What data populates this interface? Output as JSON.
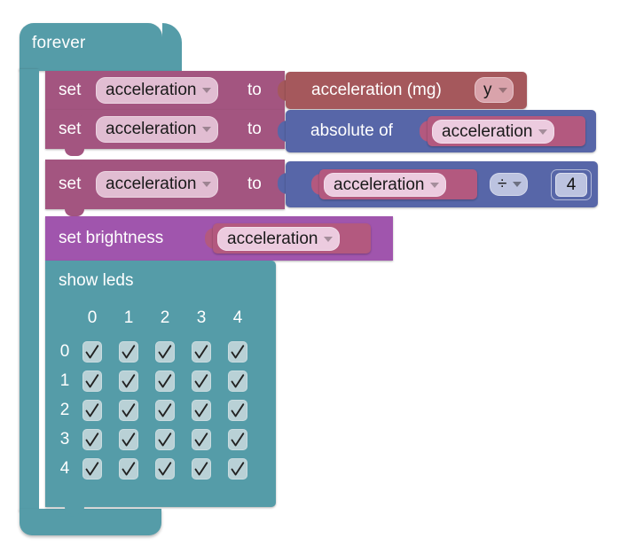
{
  "editor": {
    "name": "block-editor-canvas",
    "background": "#ffffff"
  },
  "colors": {
    "loop_teal": "#559ca8",
    "variable_magenta": "#a35580",
    "input_purple": "#a055ad",
    "sensor_red": "#a5585c",
    "math_blue": "#5766a8",
    "variable_reporter": "#b3597f",
    "led_cell": "#b9d1d6"
  },
  "program": {
    "loop": {
      "label": "forever"
    },
    "statements": [
      {
        "id": "set-1",
        "keyword": "set",
        "variable": "acceleration",
        "to_label": "to",
        "value_block": {
          "kind": "sensor",
          "label": "acceleration (mg)",
          "axis": "y"
        }
      },
      {
        "id": "set-2",
        "keyword": "set",
        "variable": "acceleration",
        "to_label": "to",
        "value_block": {
          "kind": "math",
          "label": "absolute of",
          "operand": "acceleration"
        }
      },
      {
        "id": "set-3",
        "keyword": "set",
        "variable": "acceleration",
        "to_label": "to",
        "value_block": {
          "kind": "arithmetic",
          "left_operand": "acceleration",
          "operator": "÷",
          "right_operand": "4"
        }
      },
      {
        "id": "set-brightness",
        "keyword": "set brightness",
        "operand": "acceleration"
      },
      {
        "id": "show-leds",
        "keyword": "show leds"
      }
    ],
    "led_matrix": {
      "column_headers": [
        "0",
        "1",
        "2",
        "3",
        "4"
      ],
      "row_headers": [
        "0",
        "1",
        "2",
        "3",
        "4"
      ],
      "checked_glyph": "✓",
      "rows": [
        [
          true,
          true,
          true,
          true,
          true
        ],
        [
          true,
          true,
          true,
          true,
          true
        ],
        [
          true,
          true,
          true,
          true,
          true
        ],
        [
          true,
          true,
          true,
          true,
          true
        ],
        [
          true,
          true,
          true,
          true,
          true
        ]
      ]
    }
  }
}
